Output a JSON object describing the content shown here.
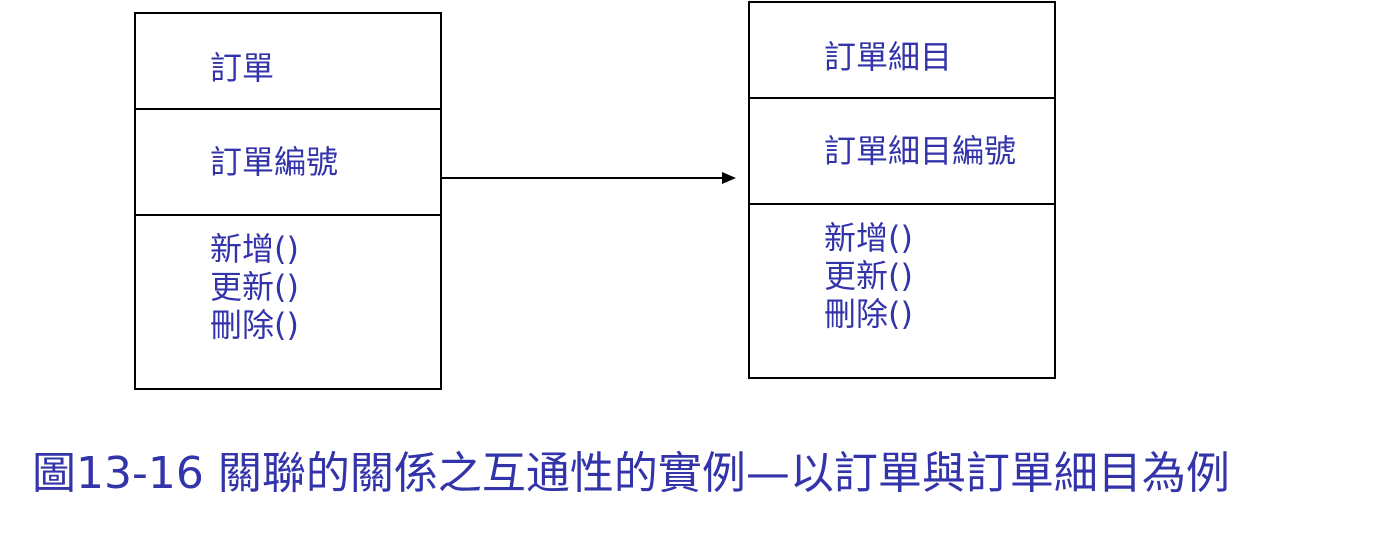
{
  "classes": [
    {
      "name": "訂單",
      "attribute": "訂單編號",
      "operations": [
        "新增()",
        "更新()",
        "刪除()"
      ]
    },
    {
      "name": "訂單細目",
      "attribute": "訂單細目編號",
      "operations": [
        "新增()",
        "更新()",
        "刪除()"
      ]
    }
  ],
  "caption": "圖13-16 關聯的關係之互通性的實例—以訂單與訂單細目為例",
  "colors": {
    "text": "#3333aa",
    "line": "#000000",
    "background": "#ffffff"
  }
}
